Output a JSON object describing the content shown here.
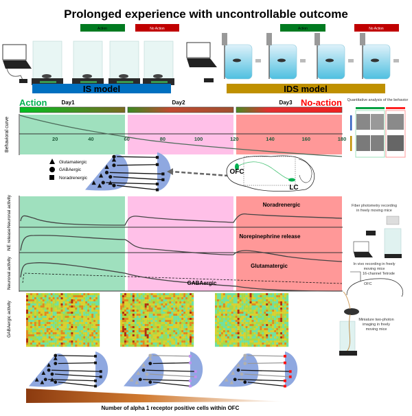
{
  "title": "Prolonged experience with uncontrollable outcome",
  "models": {
    "is": {
      "label": "IS model",
      "color": "#0070c0",
      "action": "Action",
      "no_action": "No Action"
    },
    "ids": {
      "label": "IDS model",
      "color": "#bf9000",
      "action": "Action",
      "no_action": "No Action"
    }
  },
  "timeline": {
    "action_label": "Action",
    "no_action_label": "No-action",
    "days": [
      "Day1",
      "Day2",
      "Day3"
    ],
    "phase_colors": [
      "#9fe0be",
      "#ffc0e8",
      "#ff9898"
    ],
    "action_color": "#00b050",
    "no_action_color": "#ff0000"
  },
  "behavior": {
    "ylabel": "Behavioral curve",
    "ticks": [
      "20",
      "40",
      "60",
      "80",
      "100",
      "120",
      "140",
      "160",
      "180"
    ]
  },
  "legend": {
    "items": [
      {
        "shape": "triangle",
        "label": "Glutamatergic"
      },
      {
        "shape": "circle",
        "label": "GABAergic"
      },
      {
        "shape": "square",
        "label": "Noradrenergic"
      }
    ]
  },
  "brain": {
    "ofc": "OFC",
    "lc": "LC"
  },
  "panels": {
    "neuronal1": {
      "ylabel": "Neuronal activity",
      "curve_label": "Noradrenergic"
    },
    "ne": {
      "ylabel": "NE release",
      "curve_label": "Norepinephrine release"
    },
    "neuronal2": {
      "ylabel": "Neuronal activity",
      "glut_label": "Glutamatergic",
      "gaba_label": "GABAergic"
    },
    "heatmap": {
      "ylabel": "GABAergic activity"
    }
  },
  "side": {
    "quant": "Quantitative analysis of the behavior",
    "fiber": [
      "Fiber photometry recording",
      "in freely moving mice"
    ],
    "invivo": [
      "In vivo recording  in freely",
      "moving mice"
    ],
    "tetrode": "16-channel  Tetrode",
    "ofc": "OFC",
    "twophoton": [
      "Miniature two-photon",
      "imaging in freely",
      "moving mice"
    ]
  },
  "gradient": {
    "label": "Number of alpha 1 receptor positive cells within OFC",
    "color": "#8b3a0f"
  }
}
